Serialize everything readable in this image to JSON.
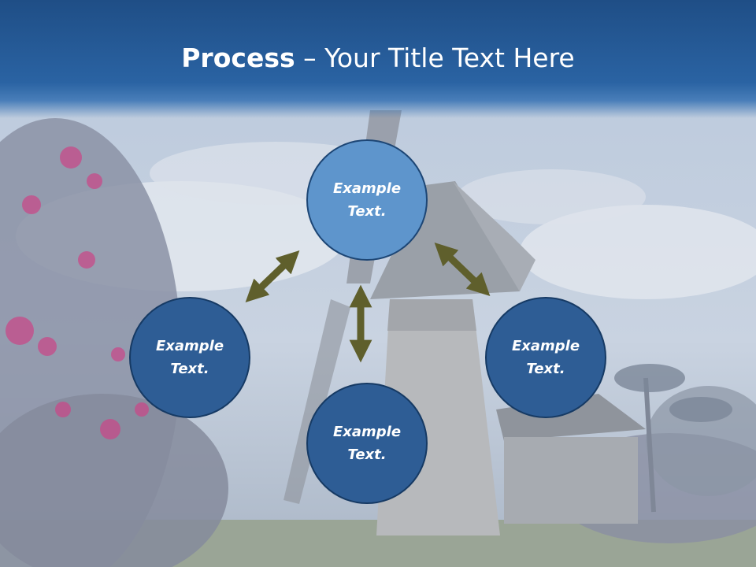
{
  "slide": {
    "title_bold": "Process",
    "title_rest": " – Your Title Text Here"
  },
  "nodes": [
    {
      "text": "Example Text."
    },
    {
      "text": "Example Text."
    },
    {
      "text": "Example Text."
    },
    {
      "text": "Example Text."
    }
  ],
  "colors": {
    "title_bar": "#2a63a3",
    "node_top": "#5e95cc",
    "node": "#2e5d95",
    "arrow": "#5f5f2c"
  }
}
